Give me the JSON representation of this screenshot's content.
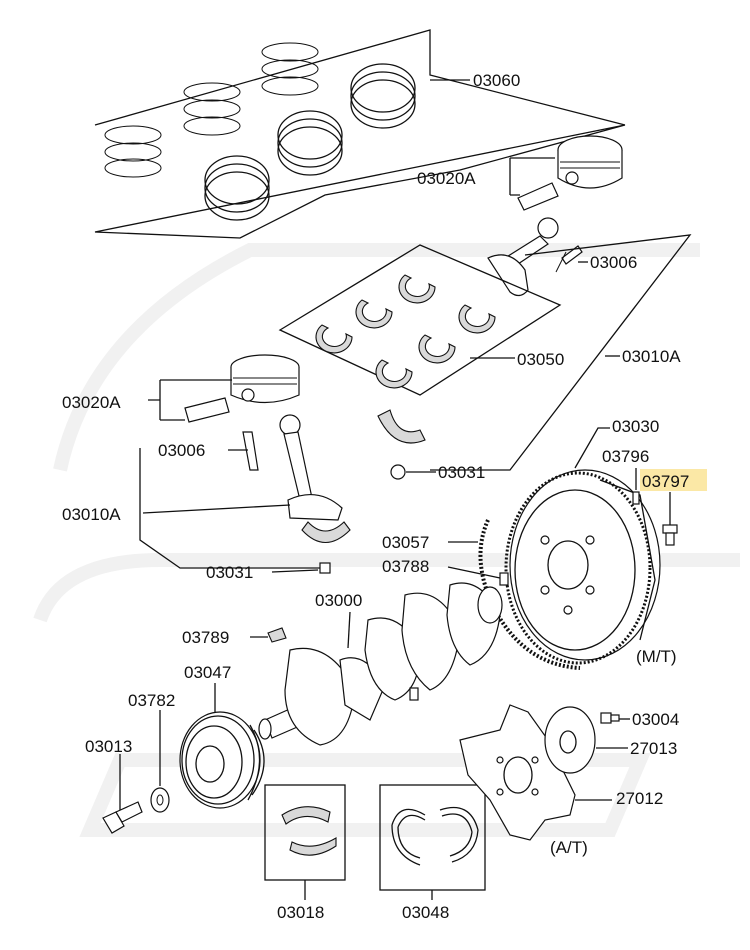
{
  "diagram": {
    "labels": {
      "p03060": "03060",
      "p03020a_top": "03020A",
      "p03006_top": "03006",
      "p03050": "03050",
      "p03010a_right": "03010A",
      "p03020a_left": "03020A",
      "p03006_left": "03006",
      "p03010a_left": "03010A",
      "p03031_left": "03031",
      "p03031_mid": "03031",
      "p03030": "03030",
      "p03796": "03796",
      "p03797": "03797",
      "p03057": "03057",
      "p03788": "03788",
      "p03000": "03000",
      "p03789": "03789",
      "p03047": "03047",
      "p03782": "03782",
      "p03013": "03013",
      "p03018": "03018",
      "p03048": "03048",
      "p03004": "03004",
      "p27013": "27013",
      "p27012": "27012",
      "mt": "(M/T)",
      "at": "(A/T)"
    },
    "highlight_color": "#fbe8a6",
    "line_color": "#111111"
  }
}
